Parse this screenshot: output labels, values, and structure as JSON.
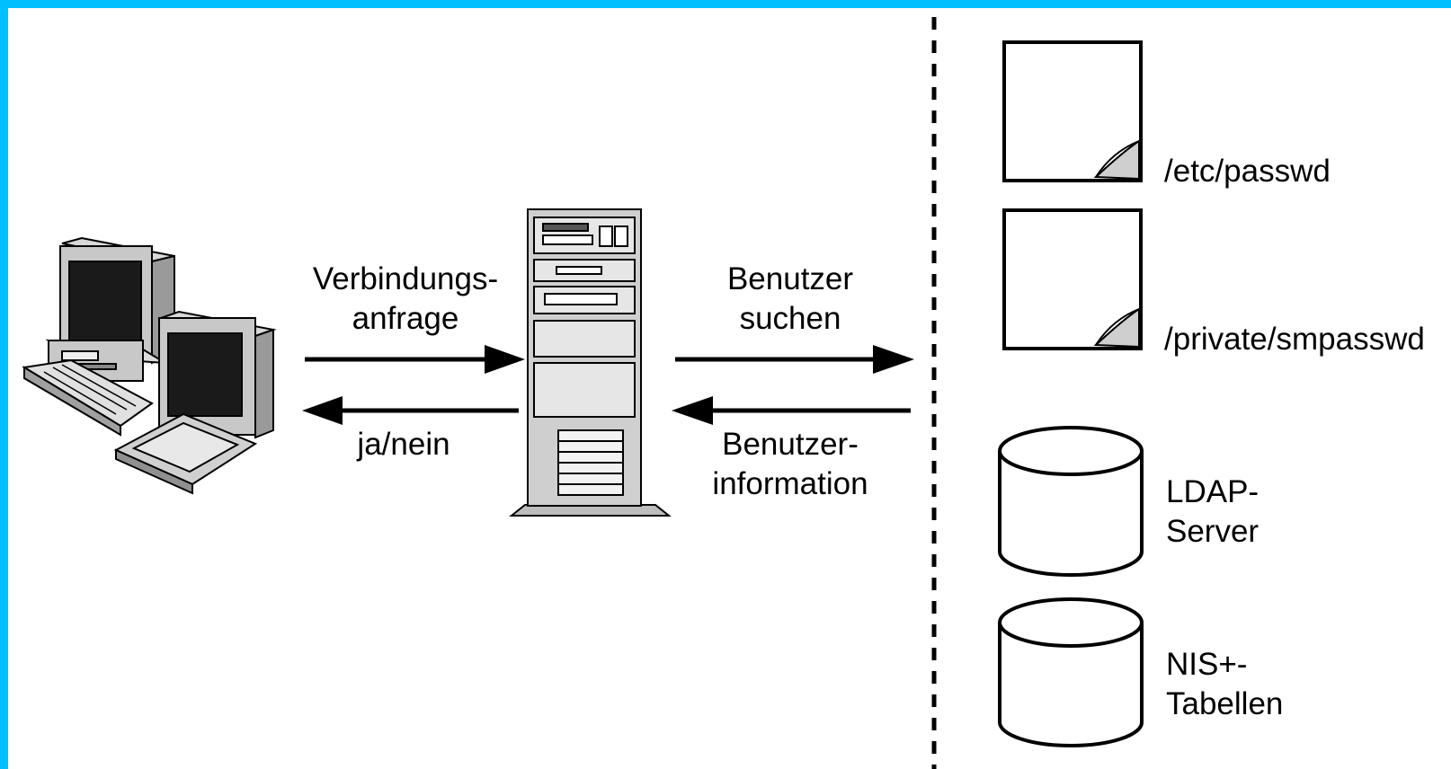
{
  "colors": {
    "frame": "#00bfff",
    "ink": "#000000",
    "paper": "#ffffff"
  },
  "left": {
    "request_line1": "Verbindungs-",
    "request_line2": "anfrage",
    "reply": "ja/nein"
  },
  "right": {
    "search_line1": "Benutzer",
    "search_line2": "suchen",
    "info_line1": "Benutzer-",
    "info_line2": "information"
  },
  "sources": {
    "file1": "/etc/passwd",
    "file2": "/private/smpasswd",
    "ldap_line1": "LDAP-",
    "ldap_line2": "Server",
    "nis_line1": "NIS+-",
    "nis_line2": "Tabellen"
  },
  "icons": [
    "workstations-icon",
    "server-tower-icon",
    "document-icon",
    "database-icon"
  ]
}
